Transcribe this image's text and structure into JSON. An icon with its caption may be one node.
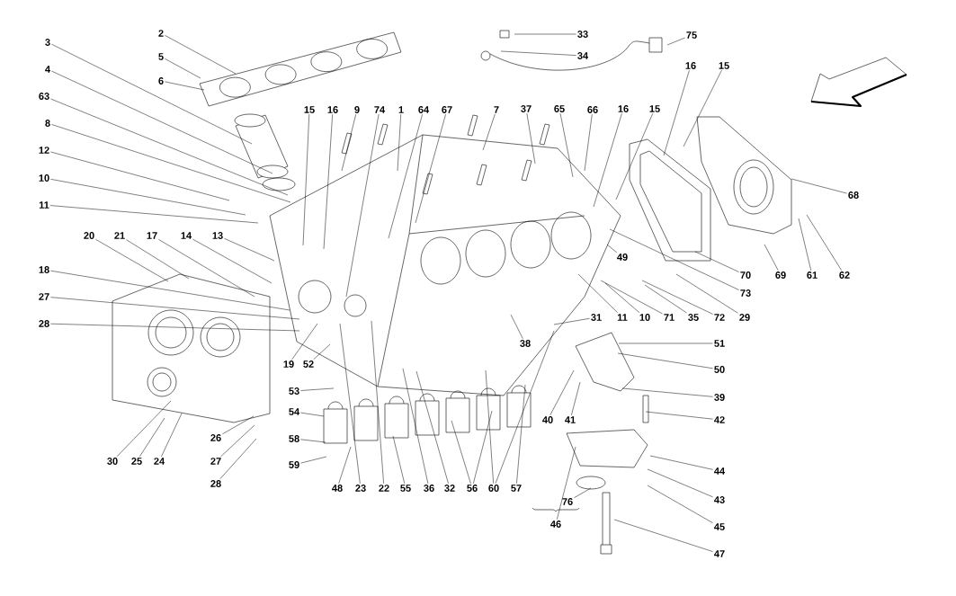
{
  "diagram": {
    "nodes": [
      {
        "text": [
          "2"
        ]
      },
      {
        "text": [
          "33"
        ]
      },
      {
        "text": [
          "75"
        ]
      },
      {
        "text": [
          "3"
        ]
      },
      {
        "text": [
          "34"
        ]
      },
      {
        "text": [
          "5"
        ]
      },
      {
        "text": [
          "16"
        ]
      },
      {
        "text": [
          "15"
        ]
      },
      {
        "text": [
          "4"
        ]
      },
      {
        "text": [
          "6"
        ]
      },
      {
        "text": [
          "63"
        ]
      },
      {
        "text": [
          "15"
        ]
      },
      {
        "text": [
          "16"
        ]
      },
      {
        "text": [
          "9"
        ]
      },
      {
        "text": [
          "74"
        ]
      },
      {
        "text": [
          "1"
        ]
      },
      {
        "text": [
          "64"
        ]
      },
      {
        "text": [
          "67"
        ]
      },
      {
        "text": [
          "7"
        ]
      },
      {
        "text": [
          "37"
        ]
      },
      {
        "text": [
          "65"
        ]
      },
      {
        "text": [
          "66"
        ]
      },
      {
        "text": [
          "16"
        ]
      },
      {
        "text": [
          "15"
        ]
      },
      {
        "text": [
          "8"
        ]
      },
      {
        "text": [
          "12"
        ]
      },
      {
        "text": [
          "10"
        ]
      },
      {
        "text": [
          "68"
        ]
      },
      {
        "text": [
          "11"
        ]
      },
      {
        "text": [
          "20"
        ]
      },
      {
        "text": [
          "21"
        ]
      },
      {
        "text": [
          "17"
        ]
      },
      {
        "text": [
          "14"
        ]
      },
      {
        "text": [
          "13"
        ]
      },
      {
        "text": [
          "49"
        ]
      },
      {
        "text": [
          "18"
        ]
      },
      {
        "text": [
          "70"
        ]
      },
      {
        "text": [
          "69"
        ]
      },
      {
        "text": [
          "61"
        ]
      },
      {
        "text": [
          "62"
        ]
      },
      {
        "text": [
          "73"
        ]
      },
      {
        "text": [
          "27"
        ]
      },
      {
        "text": [
          "31"
        ]
      },
      {
        "text": [
          "11"
        ]
      },
      {
        "text": [
          "10"
        ]
      },
      {
        "text": [
          "71"
        ]
      },
      {
        "text": [
          "35"
        ]
      },
      {
        "text": [
          "72"
        ]
      },
      {
        "text": [
          "29"
        ]
      },
      {
        "text": [
          "28"
        ]
      },
      {
        "text": [
          "38"
        ]
      },
      {
        "text": [
          "51"
        ]
      },
      {
        "text": [
          "19"
        ]
      },
      {
        "text": [
          "52"
        ]
      },
      {
        "text": [
          "50"
        ]
      },
      {
        "text": [
          "53"
        ]
      },
      {
        "text": [
          "39"
        ]
      },
      {
        "text": [
          "54"
        ]
      },
      {
        "text": [
          "40"
        ]
      },
      {
        "text": [
          "41"
        ]
      },
      {
        "text": [
          "42"
        ]
      },
      {
        "text": [
          "26"
        ]
      },
      {
        "text": [
          "58"
        ]
      },
      {
        "text": [
          "30"
        ]
      },
      {
        "text": [
          "25"
        ]
      },
      {
        "text": [
          "24"
        ]
      },
      {
        "text": [
          "27"
        ]
      },
      {
        "text": [
          "59"
        ]
      },
      {
        "text": [
          "44"
        ]
      },
      {
        "text": [
          "28"
        ]
      },
      {
        "text": [
          "48"
        ]
      },
      {
        "text": [
          "23"
        ]
      },
      {
        "text": [
          "22"
        ]
      },
      {
        "text": [
          "55"
        ]
      },
      {
        "text": [
          "36"
        ]
      },
      {
        "text": [
          "32"
        ]
      },
      {
        "text": [
          "56"
        ]
      },
      {
        "text": [
          "60"
        ]
      },
      {
        "text": [
          "57"
        ]
      },
      {
        "text": [
          "43"
        ]
      },
      {
        "text": [
          "76"
        ]
      },
      {
        "text": [
          "46"
        ]
      },
      {
        "text": [
          "45"
        ]
      },
      {
        "text": [
          "47"
        ]
      }
    ],
    "edges": [
      {
        "from": 0,
        "to": null,
        "arrow": "none"
      },
      {
        "from": 1,
        "to": null,
        "arrow": "none"
      },
      {
        "from": 2,
        "to": null,
        "arrow": "none"
      },
      {
        "from": 3,
        "to": null,
        "arrow": "none"
      },
      {
        "from": 4,
        "to": null,
        "arrow": "none"
      },
      {
        "from": 5,
        "to": null,
        "arrow": "none"
      },
      {
        "from": 6,
        "to": null,
        "arrow": "none"
      },
      {
        "from": 7,
        "to": null,
        "arrow": "none"
      },
      {
        "from": 8,
        "to": null,
        "arrow": "none"
      },
      {
        "from": 9,
        "to": null,
        "arrow": "none"
      },
      {
        "from": 10,
        "to": null,
        "arrow": "none"
      },
      {
        "from": 11,
        "to": null,
        "arrow": "none"
      },
      {
        "from": 12,
        "to": null,
        "arrow": "none"
      },
      {
        "from": 13,
        "to": null,
        "arrow": "none"
      },
      {
        "from": 14,
        "to": null,
        "arrow": "none"
      },
      {
        "from": 15,
        "to": null,
        "arrow": "none"
      },
      {
        "from": 16,
        "to": null,
        "arrow": "none"
      },
      {
        "from": 17,
        "to": null,
        "arrow": "none"
      },
      {
        "from": 18,
        "to": null,
        "arrow": "none"
      },
      {
        "from": 19,
        "to": null,
        "arrow": "none"
      },
      {
        "from": 20,
        "to": null,
        "arrow": "none"
      },
      {
        "from": 21,
        "to": null,
        "arrow": "none"
      },
      {
        "from": 22,
        "to": null,
        "arrow": "none"
      },
      {
        "from": 23,
        "to": null,
        "arrow": "none"
      },
      {
        "from": 24,
        "to": null,
        "arrow": "none"
      },
      {
        "from": 25,
        "to": null,
        "arrow": "none"
      },
      {
        "from": 26,
        "to": null,
        "arrow": "none"
      },
      {
        "from": 27,
        "to": null,
        "arrow": "none"
      },
      {
        "from": 28,
        "to": null,
        "arrow": "none"
      },
      {
        "from": 29,
        "to": null,
        "arrow": "none"
      },
      {
        "from": 30,
        "to": null,
        "arrow": "none"
      },
      {
        "from": 31,
        "to": null,
        "arrow": "none"
      },
      {
        "from": 32,
        "to": null,
        "arrow": "none"
      },
      {
        "from": 33,
        "to": null,
        "arrow": "none"
      },
      {
        "from": 34,
        "to": null,
        "arrow": "none"
      },
      {
        "from": 35,
        "to": null,
        "arrow": "none"
      },
      {
        "from": 36,
        "to": null,
        "arrow": "none"
      },
      {
        "from": 37,
        "to": null,
        "arrow": "none"
      },
      {
        "from": 38,
        "to": null,
        "arrow": "none"
      },
      {
        "from": 39,
        "to": null,
        "arrow": "none"
      },
      {
        "from": 40,
        "to": null,
        "arrow": "none"
      },
      {
        "from": 41,
        "to": null,
        "arrow": "none"
      },
      {
        "from": 42,
        "to": null,
        "arrow": "none"
      },
      {
        "from": 43,
        "to": null,
        "arrow": "none"
      },
      {
        "from": 44,
        "to": null,
        "arrow": "none"
      },
      {
        "from": 45,
        "to": null,
        "arrow": "none"
      },
      {
        "from": 46,
        "to": null,
        "arrow": "none"
      },
      {
        "from": 47,
        "to": null,
        "arrow": "none"
      },
      {
        "from": 48,
        "to": null,
        "arrow": "none"
      },
      {
        "from": 49,
        "to": null,
        "arrow": "none"
      },
      {
        "from": 50,
        "to": null,
        "arrow": "none"
      },
      {
        "from": 51,
        "to": null,
        "arrow": "none"
      },
      {
        "from": 52,
        "to": null,
        "arrow": "none"
      },
      {
        "from": 53,
        "to": null,
        "arrow": "none"
      },
      {
        "from": 54,
        "to": null,
        "arrow": "none"
      },
      {
        "from": 55,
        "to": null,
        "arrow": "none"
      },
      {
        "from": 56,
        "to": null,
        "arrow": "none"
      },
      {
        "from": 57,
        "to": null,
        "arrow": "none"
      },
      {
        "from": 58,
        "to": null,
        "arrow": "none"
      },
      {
        "from": 59,
        "to": null,
        "arrow": "none"
      },
      {
        "from": 60,
        "to": null,
        "arrow": "none"
      },
      {
        "from": 61,
        "to": null,
        "arrow": "none"
      },
      {
        "from": 62,
        "to": null,
        "arrow": "none"
      },
      {
        "from": 63,
        "to": null,
        "arrow": "none"
      },
      {
        "from": 64,
        "to": null,
        "arrow": "none"
      },
      {
        "from": 65,
        "to": null,
        "arrow": "none"
      },
      {
        "from": 66,
        "to": null,
        "arrow": "none"
      },
      {
        "from": 67,
        "to": null,
        "arrow": "none"
      },
      {
        "from": 68,
        "to": null,
        "arrow": "none"
      },
      {
        "from": 69,
        "to": null,
        "arrow": "none"
      },
      {
        "from": 70,
        "to": null,
        "arrow": "none"
      },
      {
        "from": 71,
        "to": null,
        "arrow": "none"
      },
      {
        "from": 72,
        "to": null,
        "arrow": "none"
      },
      {
        "from": 73,
        "to": null,
        "arrow": "none"
      },
      {
        "from": 74,
        "to": null,
        "arrow": "none"
      },
      {
        "from": 75,
        "to": null,
        "arrow": "none"
      },
      {
        "from": 76,
        "to": null,
        "arrow": "none"
      },
      {
        "from": 76,
        "to": null,
        "arrow": "none"
      },
      {
        "from": 77,
        "to": null,
        "arrow": "none"
      },
      {
        "from": 77,
        "to": null,
        "arrow": "none"
      },
      {
        "from": 78,
        "to": null,
        "arrow": "none"
      },
      {
        "from": 79,
        "to": null,
        "arrow": "none"
      },
      {
        "from": 80,
        "to": null,
        "arrow": "none"
      },
      {
        "from": 81,
        "to": null,
        "arrow": "none"
      },
      {
        "from": 82,
        "to": null,
        "arrow": "none"
      },
      {
        "from": 83,
        "to": null,
        "arrow": "none"
      }
    ]
  }
}
